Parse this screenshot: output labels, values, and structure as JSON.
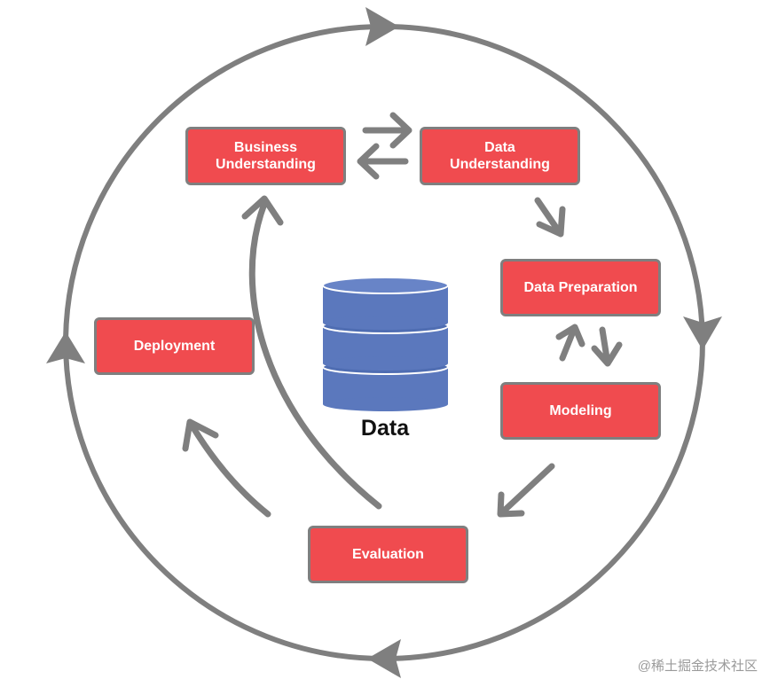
{
  "phases": {
    "business_understanding": "Business\nUnderstanding",
    "data_understanding": "Data\nUnderstanding",
    "data_preparation": "Data Preparation",
    "modeling": "Modeling",
    "evaluation": "Evaluation",
    "deployment": "Deployment"
  },
  "center": {
    "label": "Data",
    "icon": "database-icon"
  },
  "watermark": "@稀土掘金技术社区",
  "colors": {
    "box_fill": "#f04b4f",
    "box_border": "#7f7f7f",
    "arrow": "#7f7f7f",
    "database": "#5b78bd"
  }
}
